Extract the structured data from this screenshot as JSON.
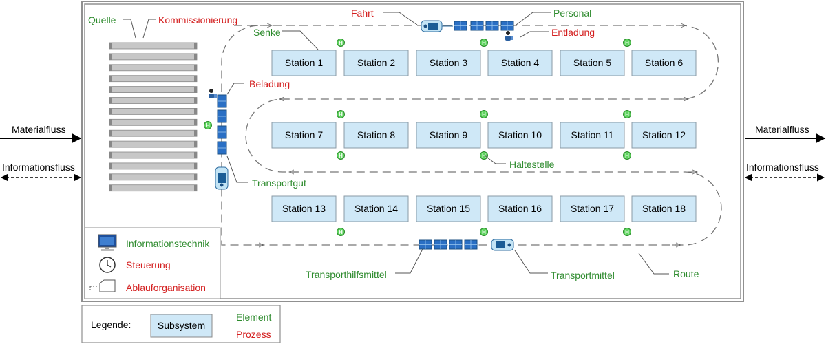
{
  "stations": [
    "Station 1",
    "Station 2",
    "Station 3",
    "Station 4",
    "Station 5",
    "Station 6",
    "Station 7",
    "Station 8",
    "Station 9",
    "Station 10",
    "Station 11",
    "Station 12",
    "Station 13",
    "Station 14",
    "Station 15",
    "Station 16",
    "Station 17",
    "Station 18"
  ],
  "labels": {
    "quelle": "Quelle",
    "kommissionierung": "Kommissionierung",
    "fahrt": "Fahrt",
    "personal": "Personal",
    "senke": "Senke",
    "entladung": "Entladung",
    "beladung": "Beladung",
    "haltestelle": "Haltestelle",
    "transportgut": "Transportgut",
    "transporthilfsmittel": "Transporthilfsmittel",
    "transportmittel": "Transportmittel",
    "route": "Route"
  },
  "stop_symbol": "H",
  "side": {
    "materialfluss_left": "Materialfluss",
    "informationsfluss_left": "Informationsfluss",
    "materialfluss_right": "Materialfluss",
    "informationsfluss_right": "Informationsfluss"
  },
  "inner_legend": {
    "informationstechnik": "Informationstechnik",
    "steuerung": "Steuerung",
    "ablauforganisation": "Ablauforganisation"
  },
  "legend": {
    "title": "Legende:",
    "subsystem": "Subsystem",
    "element": "Element",
    "prozess": "Prozess"
  },
  "colors": {
    "element": "#2e8b2e",
    "prozess": "#d42020",
    "station_fill": "#cfe8f7",
    "stop": "#5fd35f"
  }
}
